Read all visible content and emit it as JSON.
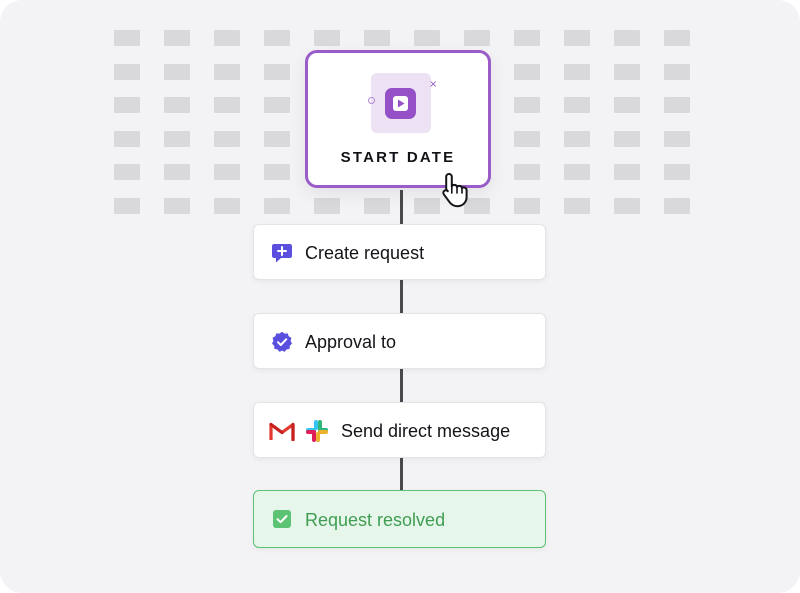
{
  "workflow": {
    "trigger": {
      "label": "START DATE",
      "icon": "play-icon",
      "accent_color": "#9a5cc8"
    },
    "steps": [
      {
        "label": "Create request",
        "icon": "chat-plus-icon",
        "color": "#5b4fe0"
      },
      {
        "label": "Approval to",
        "icon": "verified-badge-icon",
        "color": "#5b4fe0"
      },
      {
        "label": "Send direct message",
        "icons": [
          "gmail-icon",
          "slack-icon"
        ]
      },
      {
        "label": "Request resolved",
        "icon": "checkbox-checked-icon",
        "color": "#5cc374",
        "status": "resolved"
      }
    ]
  },
  "colors": {
    "background": "#f3f3f5",
    "grid_block": "#d9d9dc",
    "connector": "#4a4a4e",
    "success": "#5cc374"
  }
}
